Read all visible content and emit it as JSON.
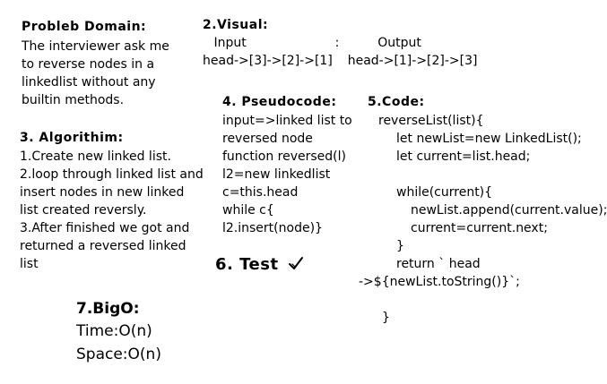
{
  "domain": {
    "heading": "Probleb Domain:",
    "lines": [
      "The interviewer ask me",
      "to reverse nodes in a",
      "linkedlist without any",
      "builtin methods."
    ]
  },
  "visual": {
    "heading": "2.Visual:",
    "input_label": "Input",
    "separator": ":",
    "output_label": "Output",
    "input_value": "head->[3]->[2]->[1]",
    "output_value": "head->[1]->[2]->[3]"
  },
  "algorithm": {
    "heading": "3. Algorithim:",
    "lines": [
      "1.Create new linked list.",
      "2.loop through linked list and",
      "insert nodes in new linked",
      "list created reversly.",
      "3.After finished we got and",
      "returned a reversed linked",
      "list"
    ]
  },
  "pseudocode": {
    "heading": "4. Pseudocode:",
    "lines": [
      "input=>linked list to",
      "reversed node",
      "function reversed(l)",
      "l2=new linkedlist",
      "c=this.head",
      "while c{",
      "l2.insert(node)}"
    ]
  },
  "code": {
    "heading": "5.Code:",
    "lines": [
      "reverseList(list){",
      "let newList=new LinkedList();",
      "let current=list.head;",
      "",
      "while(current){",
      "newList.append(current.value);",
      "current=current.next;",
      "}",
      "return ` head",
      "->${newList.toString()}`;",
      "",
      "}"
    ]
  },
  "test": {
    "heading": "6. Test",
    "icon": "checkmark-icon"
  },
  "bigo": {
    "heading": "7.BigO:",
    "time": "Time:O(n)",
    "space": "Space:O(n)"
  }
}
